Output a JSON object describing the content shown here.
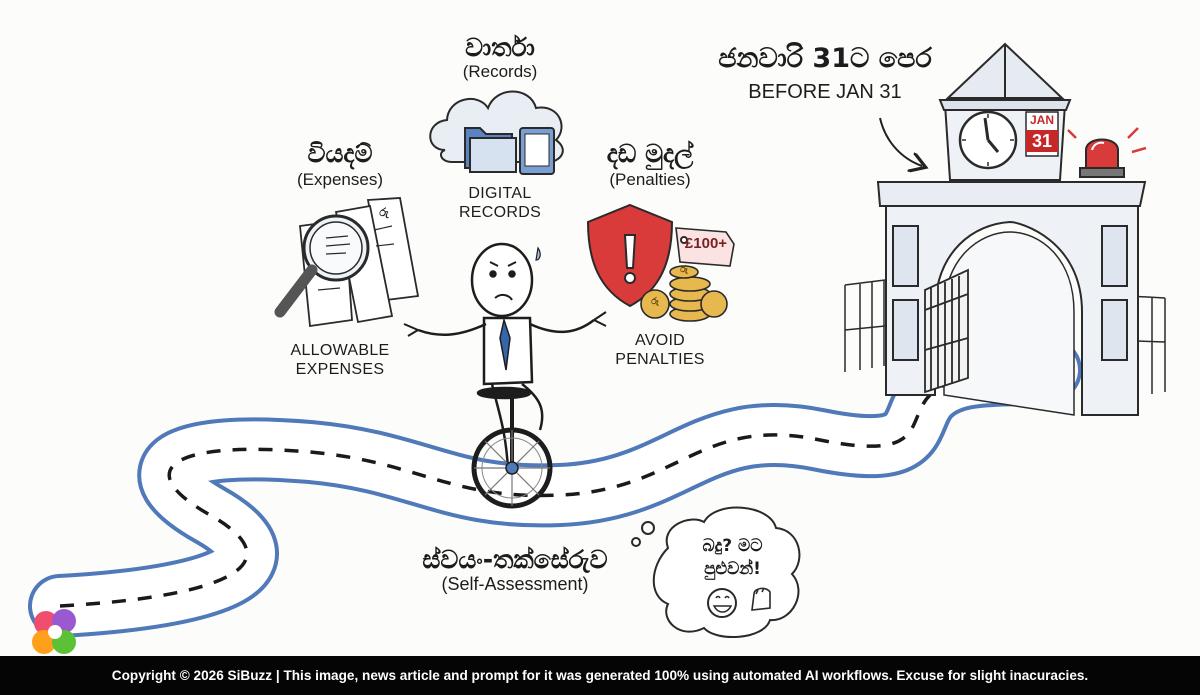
{
  "records": {
    "title_si": "වාර්තා",
    "title_en": "(Records)",
    "caption_line1": "DIGITAL",
    "caption_line2": "RECORDS"
  },
  "expenses": {
    "title_si": "වියදම්",
    "title_en": "(Expenses)",
    "caption_line1": "ALLOWABLE",
    "caption_line2": "EXPENSES"
  },
  "penalties": {
    "title_si": "දඩ මුදල්",
    "title_en": "(Penalties)",
    "caption_line1": "AVOID",
    "caption_line2": "PENALTIES",
    "price_tag": "£100+"
  },
  "deadline": {
    "title_si": "ජනවාරි 31ට පෙර",
    "title_en": "BEFORE JAN 31",
    "calendar_month": "JAN",
    "calendar_day": "31"
  },
  "self_assessment": {
    "title_si": "ස්වයං-තක්සේරුව",
    "title_en": "(Self-Assessment)"
  },
  "thought_bubble": {
    "line1": "බදු? මට",
    "line2": "පුළුවන්!"
  },
  "currency_symbol": "රු",
  "footer": {
    "text": "Copyright © 2026 SiBuzz | This image, news article and prompt for it was generated 100% using automated AI workflows. Excuse for slight inacuracies."
  },
  "colors": {
    "road": "#4f79b8",
    "shield": "#d93a3a",
    "tie": "#3366aa",
    "gate": "#e9edf3"
  }
}
